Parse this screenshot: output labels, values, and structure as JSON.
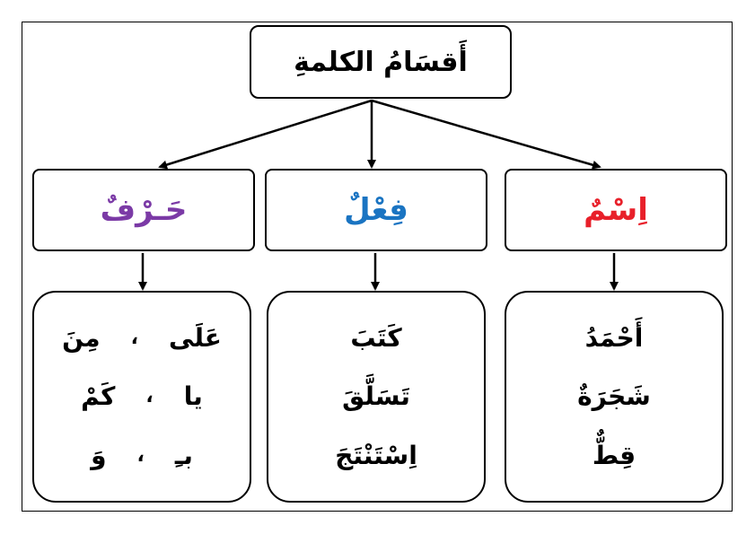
{
  "root": {
    "label": "أَقسَامُ الكلمةِ"
  },
  "categories": [
    {
      "label": "اِسْمٌ",
      "color": "#e8202a"
    },
    {
      "label": "فِعْلٌ",
      "color": "#1a74c2"
    },
    {
      "label": "حَـرْفٌ",
      "color": "#7b3aa6"
    }
  ],
  "examples": {
    "ism": [
      "أَحْمَدُ",
      "شَجَرَةٌ",
      "قِطٌّ"
    ],
    "fil": [
      "كَتَبَ",
      "تَسَلَّقَ",
      "اِسْتَنْتَجَ"
    ],
    "harf": [
      {
        "a": "عَلَى",
        "sep": "،",
        "b": "مِنَ"
      },
      {
        "a": "يا",
        "sep": "،",
        "b": "كَمْ"
      },
      {
        "a": "بـِ",
        "sep": "،",
        "b": "وَ"
      }
    ]
  }
}
